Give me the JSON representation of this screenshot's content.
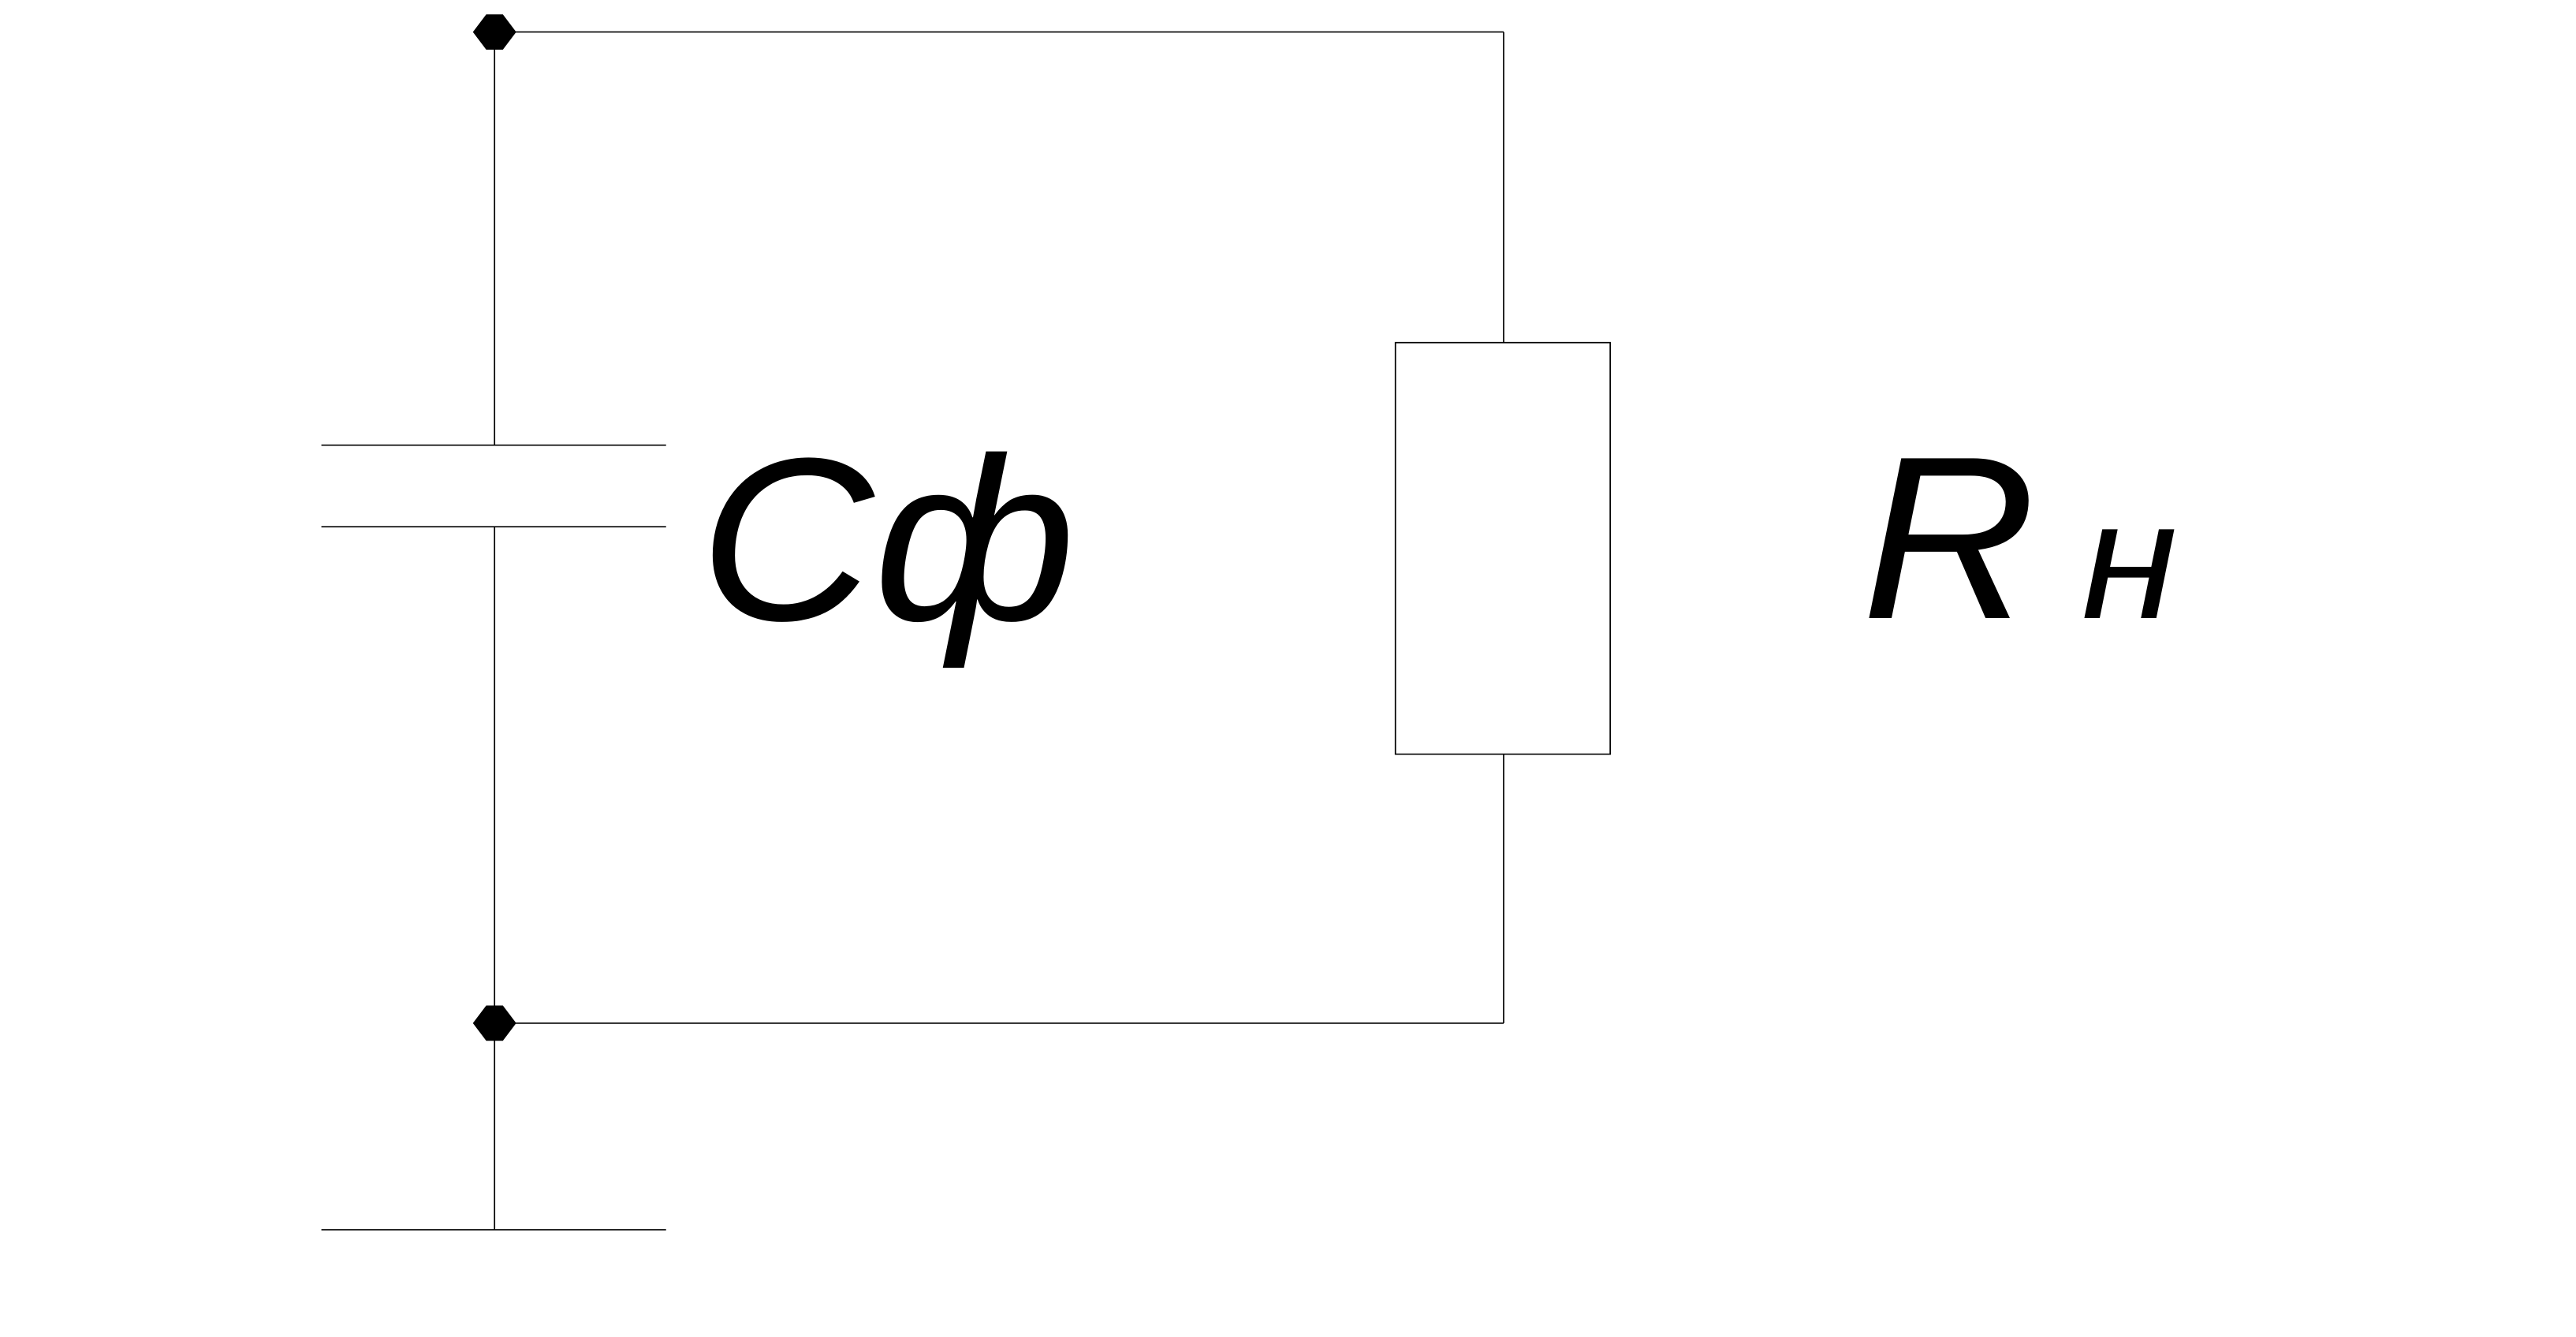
{
  "diagram": {
    "capacitor_label": "Cф",
    "resistor_label": {
      "main": "R",
      "subscript": "н"
    }
  },
  "colors": {
    "wire": "#000000",
    "background": "#ffffff"
  }
}
